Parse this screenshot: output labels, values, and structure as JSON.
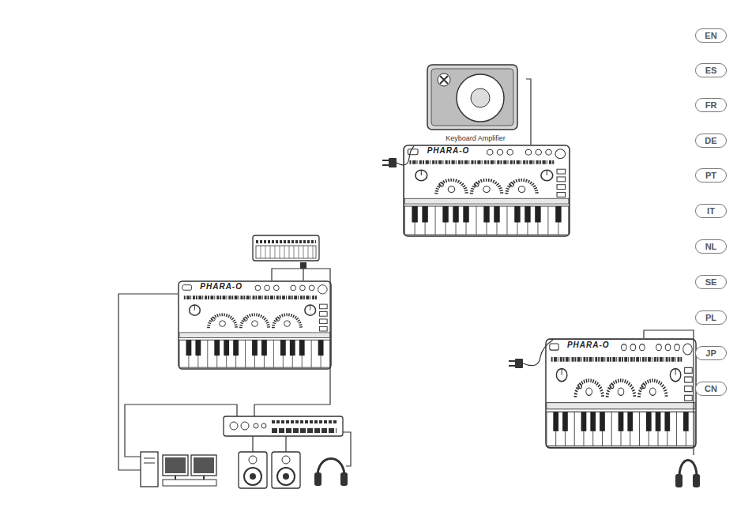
{
  "diagram": {
    "nodes": [
      {
        "text": [
          "PHARA-O"
        ]
      },
      {
        "text": [
          "Keyboard Amplifier"
        ]
      },
      {
        "text": [
          "PHARA-O"
        ]
      },
      {
        "text": [
          "PHARA-O"
        ]
      },
      {
        "text": [
          "EN"
        ]
      },
      {
        "text": [
          "ES"
        ]
      },
      {
        "text": [
          "FR"
        ]
      },
      {
        "text": [
          "DE"
        ]
      },
      {
        "text": [
          "PT"
        ]
      },
      {
        "text": [
          "IT"
        ]
      },
      {
        "text": [
          "NL"
        ]
      },
      {
        "text": [
          "SE"
        ]
      },
      {
        "text": [
          "PL"
        ]
      },
      {
        "text": [
          "JP"
        ]
      },
      {
        "text": [
          "CN"
        ]
      }
    ],
    "edges": [
      {
        "from": 2,
        "to": 1,
        "arrow": "none"
      }
    ]
  }
}
